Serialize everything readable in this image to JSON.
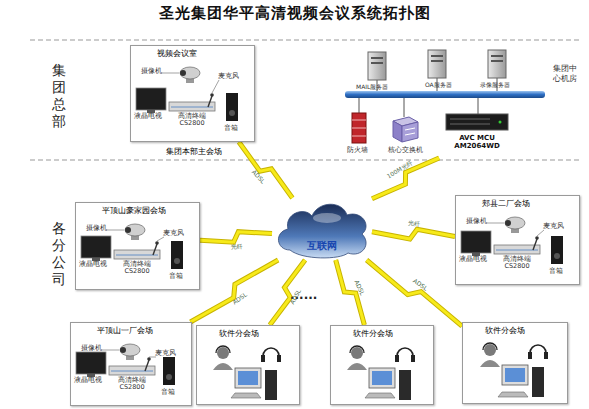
{
  "diagram": {
    "title": "圣光集团华平高清视频会议系统拓扑图",
    "nodes": [
      {
        "text": [
          "视频会议室",
          "摄像机",
          "麦克风",
          "液晶电视",
          "高清终端 CS2800",
          "音箱",
          "集团本部主会场"
        ]
      },
      {
        "text": [
          "AVC MCU AM2064WD"
        ]
      },
      {
        "text": [
          "互联网"
        ]
      },
      {
        "text": [
          "平顶山豪家园会场",
          "摄像机",
          "麦克风",
          "液晶电视",
          "高清终端 CS2800",
          "音箱"
        ]
      },
      {
        "text": [
          "郏县二厂会场",
          "摄像机",
          "麦克风",
          "液晶电视",
          "高清终端 CS2800",
          "音箱"
        ]
      },
      {
        "text": [
          "平顶山一厂会场",
          "摄像机",
          "麦克风",
          "液晶电视",
          "高清终端 CS2800",
          "音箱"
        ]
      },
      {
        "text": [
          "软件分会场"
        ]
      },
      {
        "text": [
          "软件分会场"
        ]
      },
      {
        "text": [
          "软件分会场"
        ]
      }
    ],
    "edges": [
      {
        "from": 0,
        "to": 2,
        "arrow": "none",
        "label": "ADSL"
      },
      {
        "from": 1,
        "to": 2,
        "arrow": "none",
        "label": "100M光纤"
      },
      {
        "from": 3,
        "to": 2,
        "arrow": "none",
        "label": "光纤"
      },
      {
        "from": 4,
        "to": 2,
        "arrow": "none",
        "label": "光纤"
      },
      {
        "from": 5,
        "to": 2,
        "arrow": "none",
        "label": "ADSL"
      },
      {
        "from": 6,
        "to": 2,
        "arrow": "none",
        "label": "ADSL"
      },
      {
        "from": 7,
        "to": 2,
        "arrow": "none",
        "label": "ADSL"
      },
      {
        "from": 8,
        "to": 2,
        "arrow": "none",
        "label": "ADSL"
      }
    ],
    "labels": [
      "集团总部",
      "各分公司",
      "集团中心机房",
      "MAIL服务器",
      "OA服务器",
      "录像服务器",
      "防火墙",
      "核心交换机",
      "......"
    ]
  }
}
